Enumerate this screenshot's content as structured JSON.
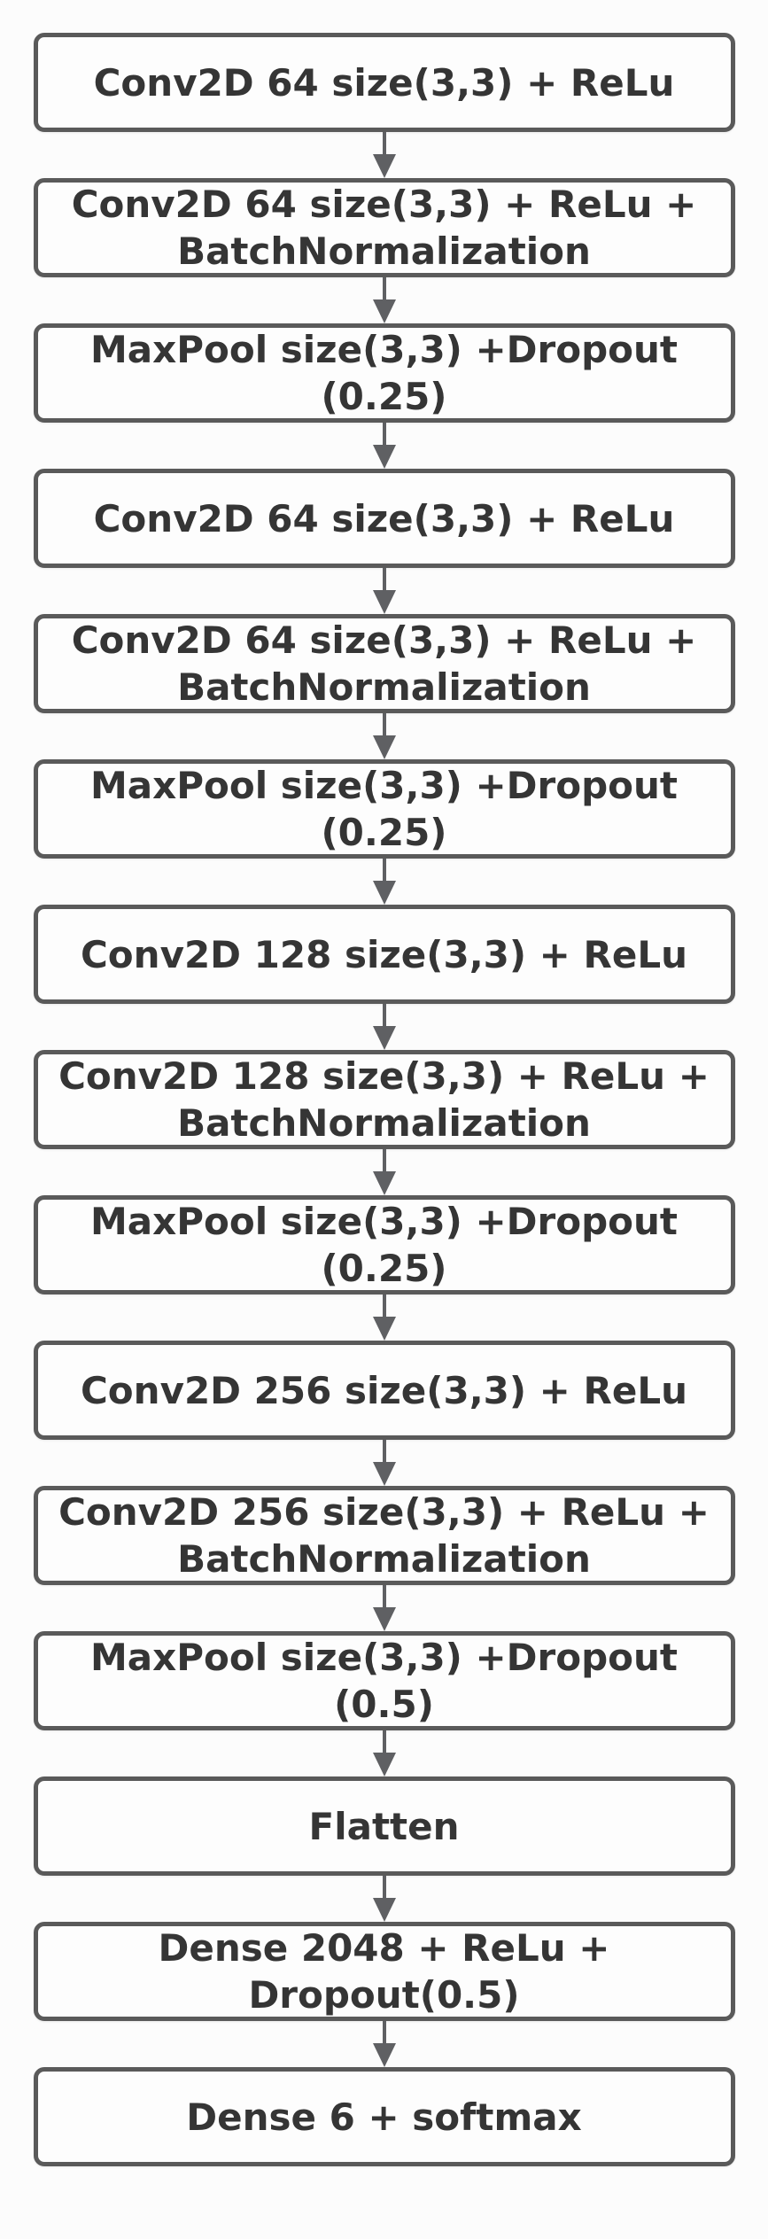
{
  "colors": {
    "page_background": "#fcfcfc",
    "node_background": "#fdfdfd",
    "node_border": "#5a5a5a",
    "node_text": "#353535",
    "arrow": "#5f6063"
  },
  "diagram": {
    "type": "flowchart",
    "orientation": "top-to-bottom",
    "connector": "arrow",
    "nodes": [
      {
        "label": "Conv2D 64 size(3,3) + ReLu",
        "lines": [
          "Conv2D 64 size(3,3) + ReLu"
        ]
      },
      {
        "label": "Conv2D 64 size(3,3) + ReLu + BatchNormalization",
        "lines": [
          "Conv2D 64 size(3,3) + ReLu +",
          "BatchNormalization"
        ]
      },
      {
        "label": "MaxPool size(3,3) +Dropout (0.25)",
        "lines": [
          "MaxPool size(3,3) +Dropout",
          "(0.25)"
        ]
      },
      {
        "label": "Conv2D 64 size(3,3) + ReLu",
        "lines": [
          "Conv2D 64 size(3,3) + ReLu"
        ]
      },
      {
        "label": "Conv2D 64 size(3,3) + ReLu + BatchNormalization",
        "lines": [
          "Conv2D 64 size(3,3) + ReLu +",
          "BatchNormalization"
        ]
      },
      {
        "label": "MaxPool size(3,3) +Dropout (0.25)",
        "lines": [
          "MaxPool size(3,3) +Dropout",
          "(0.25)"
        ]
      },
      {
        "label": "Conv2D 128 size(3,3) + ReLu",
        "lines": [
          "Conv2D 128 size(3,3) + ReLu"
        ]
      },
      {
        "label": "Conv2D 128 size(3,3) + ReLu + BatchNormalization",
        "lines": [
          "Conv2D 128 size(3,3) + ReLu +",
          "BatchNormalization"
        ]
      },
      {
        "label": "MaxPool size(3,3) +Dropout (0.25)",
        "lines": [
          "MaxPool size(3,3) +Dropout",
          "(0.25)"
        ]
      },
      {
        "label": "Conv2D 256 size(3,3) + ReLu",
        "lines": [
          "Conv2D 256 size(3,3) + ReLu"
        ]
      },
      {
        "label": "Conv2D 256 size(3,3) + ReLu + BatchNormalization",
        "lines": [
          "Conv2D 256 size(3,3) + ReLu +",
          "BatchNormalization"
        ]
      },
      {
        "label": "MaxPool size(3,3) +Dropout (0.5)",
        "lines": [
          "MaxPool size(3,3) +Dropout",
          "(0.5)"
        ]
      },
      {
        "label": "Flatten",
        "lines": [
          "Flatten"
        ]
      },
      {
        "label": "Dense 2048 + ReLu + Dropout(0.5)",
        "lines": [
          "Dense 2048 + ReLu +",
          "Dropout(0.5)"
        ]
      },
      {
        "label": "Dense 6 + softmax",
        "lines": [
          "Dense 6 + softmax"
        ]
      }
    ]
  }
}
